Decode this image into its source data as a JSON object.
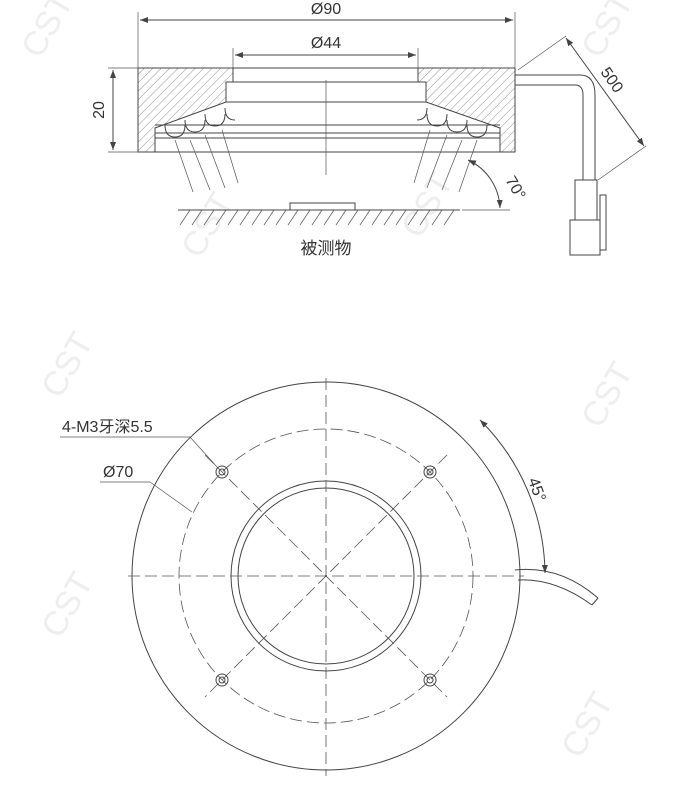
{
  "side_view": {
    "outer_diameter_label": "Ø90",
    "inner_diameter_label": "Ø44",
    "height_label": "20",
    "cable_length_label": "500",
    "angle_label": "70°",
    "object_label": "被测物"
  },
  "top_view": {
    "thread_label": "4-M3牙深5.5",
    "bolt_circle_label": "Ø70",
    "angle_label": "45°"
  },
  "watermark": "CST"
}
